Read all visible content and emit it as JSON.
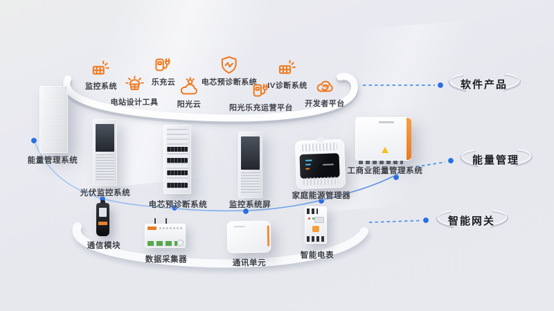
{
  "colors": {
    "accent_orange": "#f0791d",
    "dot_blue": "#2a6fe0",
    "dash_blue": "#4a8cec",
    "curve_blue": "#8fb9ee",
    "label_text": "#3a3e45",
    "pill_text": "#191b20",
    "background": "#e9eaf0"
  },
  "rings": {
    "software": {
      "label": "软件产品",
      "items": [
        {
          "label": "监控系统",
          "icon": "solar-panel-icon"
        },
        {
          "label": "电站设计工具",
          "icon": "sun-panel-icon"
        },
        {
          "label": "乐充云",
          "icon": "ev-charger-icon"
        },
        {
          "label": "阳光云",
          "icon": "sun-cloud-icon"
        },
        {
          "label": "电芯预诊断系统",
          "icon": "shield-pulse-icon"
        },
        {
          "label": "阳光乐充运营平台",
          "icon": "ev-charger-plug-icon"
        },
        {
          "label": "IV诊断系统",
          "icon": "pv-panel-rays-icon"
        },
        {
          "label": "开发者平台",
          "icon": "api-cloud-icon"
        }
      ]
    },
    "energy": {
      "label": "能量管理",
      "items": [
        {
          "label": "能量管理系统"
        },
        {
          "label": "光伏监控系统"
        },
        {
          "label": "电芯预诊断系统"
        },
        {
          "label": "监控系统屏"
        },
        {
          "label": "家庭能源管理器"
        },
        {
          "label": "工商业能量管理系统"
        }
      ]
    },
    "gateway": {
      "label": "智能网关",
      "items": [
        {
          "label": "通信模块"
        },
        {
          "label": "数据采集器"
        },
        {
          "label": "通讯单元"
        },
        {
          "label": "智能电表"
        }
      ]
    }
  }
}
